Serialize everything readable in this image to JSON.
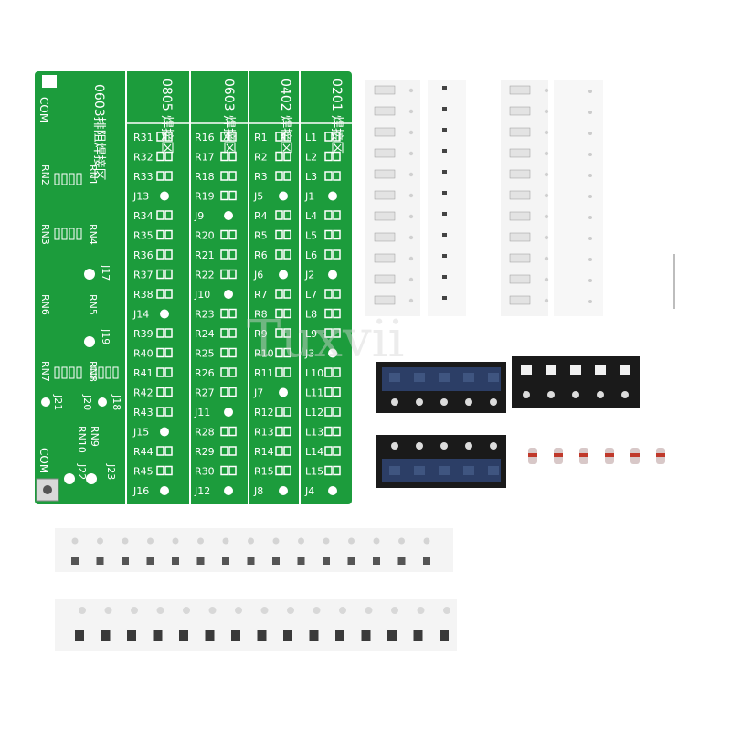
{
  "pcb": {
    "zone_headers": [
      "0805 焊接区",
      "0603 焊接区",
      "0402 焊接区",
      "0201 焊接区"
    ],
    "array_header": "0603排阻焊接区",
    "com_labels": [
      "COM",
      "COM"
    ],
    "column_0805": [
      "R31",
      "R32",
      "R33",
      "J13",
      "R34",
      "R35",
      "R36",
      "R37",
      "R38",
      "J14",
      "R39",
      "R40",
      "R41",
      "R42",
      "R43",
      "J15",
      "R44",
      "R45",
      "J16"
    ],
    "column_0603": [
      "R16",
      "R17",
      "R18",
      "R19",
      "J9",
      "R20",
      "R21",
      "R22",
      "J10",
      "R23",
      "R24",
      "R25",
      "R26",
      "R27",
      "J11",
      "R28",
      "R29",
      "R30",
      "J12"
    ],
    "column_0402": [
      "R1",
      "R2",
      "R3",
      "J5",
      "R4",
      "R5",
      "R6",
      "J6",
      "R7",
      "R8",
      "R9",
      "R10",
      "R11",
      "J7",
      "R12",
      "R13",
      "R14",
      "R15",
      "J8"
    ],
    "column_0201": [
      "L1",
      "L2",
      "L3",
      "J1",
      "L4",
      "L5",
      "L6",
      "J2",
      "L7",
      "L8",
      "L9",
      "J3",
      "L10",
      "L11",
      "L12",
      "L13",
      "L14",
      "L15",
      "J4"
    ],
    "array_labels": [
      "RN2",
      "RN1",
      "RN3",
      "RN4",
      "J17",
      "RN6",
      "RN5",
      "J19",
      "RN7",
      "RN8",
      "J21",
      "J20",
      "J18",
      "RN10",
      "RN9",
      "J22",
      "J23"
    ]
  },
  "watermark": "Tuxvii",
  "colors": {
    "pcb_green": "#1c9c3c",
    "pcb_silk": "#ffffff",
    "tape_white": "#f4f4f4",
    "tape_black": "#1a1a1a",
    "background": "#ffffff"
  }
}
